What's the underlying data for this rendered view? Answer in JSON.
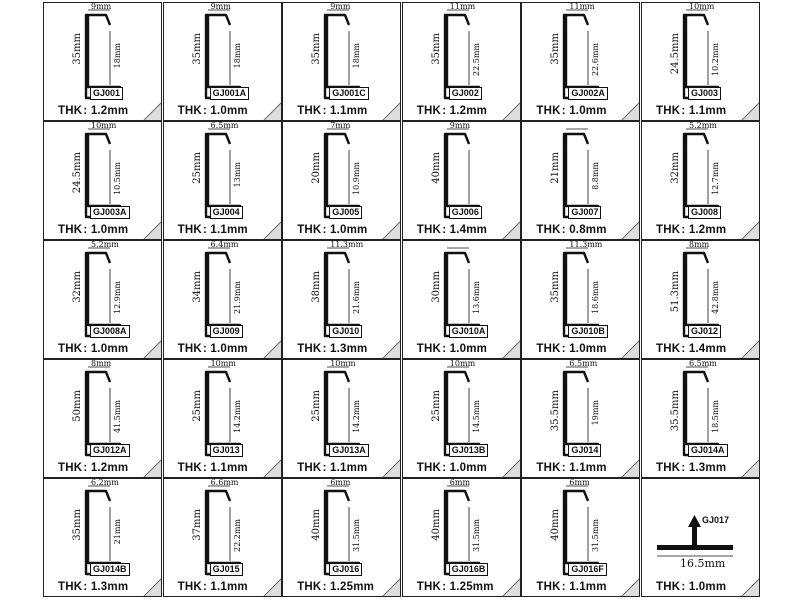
{
  "cells": [
    {
      "code": "GJ001",
      "thk": "THK : 1.2mm",
      "w": "9mm",
      "h": "35mm",
      "h2": "18mm"
    },
    {
      "code": "GJ001A",
      "thk": "THK : 1.0mm",
      "w": "9mm",
      "h": "35mm",
      "h2": "18mm"
    },
    {
      "code": "GJ001C",
      "thk": "THK : 1.1mm",
      "w": "9mm",
      "h": "35mm",
      "h2": "18mm"
    },
    {
      "code": "GJ002",
      "thk": "THK : 1.2mm",
      "w": "11mm",
      "h": "35mm",
      "h2": "22.5mm"
    },
    {
      "code": "GJ002A",
      "thk": "THK : 1.0mm",
      "w": "11mm",
      "h": "35mm",
      "h2": "22.6mm"
    },
    {
      "code": "GJ003",
      "thk": "THK : 1.1mm",
      "w": "10mm",
      "h": "24.5mm",
      "h2": "10.2mm"
    },
    {
      "code": "GJ003A",
      "thk": "THK : 1.0mm",
      "w": "10mm",
      "h": "24.5mm",
      "h2": "10.5mm"
    },
    {
      "code": "GJ004",
      "thk": "THK : 1.1mm",
      "w": "6.5mm",
      "h": "25mm",
      "h2": "13mm"
    },
    {
      "code": "GJ005",
      "thk": "THK : 1.0mm",
      "w": "7mm",
      "h": "20mm",
      "h2": "10.9mm"
    },
    {
      "code": "GJ006",
      "thk": "THK : 1.4mm",
      "w": "9mm",
      "h": "40mm",
      "h2": ""
    },
    {
      "code": "GJ007",
      "thk": "THK : 0.8mm",
      "w": "",
      "h": "21mm",
      "h2": "8.8mm"
    },
    {
      "code": "GJ008",
      "thk": "THK : 1.2mm",
      "w": "5.2mm",
      "h": "32mm",
      "h2": "12.7mm"
    },
    {
      "code": "GJ008A",
      "thk": "THK : 1.0mm",
      "w": "5.2mm",
      "h": "32mm",
      "h2": "12.9mm"
    },
    {
      "code": "GJ009",
      "thk": "THK : 1.0mm",
      "w": "6.4mm",
      "h": "34mm",
      "h2": "21.9mm"
    },
    {
      "code": "GJ010",
      "thk": "THK : 1.3mm",
      "w": "11.3mm",
      "h": "38mm",
      "h2": "21.6mm"
    },
    {
      "code": "GJ010A",
      "thk": "THK : 1.0mm",
      "w": "",
      "h": "30mm",
      "h2": "13.6mm"
    },
    {
      "code": "GJ010B",
      "thk": "THK : 1.0mm",
      "w": "11.3mm",
      "h": "35mm",
      "h2": "18.6mm"
    },
    {
      "code": "GJ012",
      "thk": "THK : 1.4mm",
      "w": "8mm",
      "h": "51.3mm",
      "h2": "42.8mm"
    },
    {
      "code": "GJ012A",
      "thk": "THK : 1.2mm",
      "w": "8mm",
      "h": "50mm",
      "h2": "41.5mm"
    },
    {
      "code": "GJ013",
      "thk": "THK : 1.1mm",
      "w": "10mm",
      "h": "25mm",
      "h2": "14.2mm"
    },
    {
      "code": "GJ013A",
      "thk": "THK : 1.1mm",
      "w": "10mm",
      "h": "25mm",
      "h2": "14.2mm"
    },
    {
      "code": "GJ013B",
      "thk": "THK : 1.0mm",
      "w": "10mm",
      "h": "25mm",
      "h2": "14.5mm"
    },
    {
      "code": "GJ014",
      "thk": "THK : 1.1mm",
      "w": "6.5mm",
      "h": "35.5mm",
      "h2": "19mm"
    },
    {
      "code": "GJ014A",
      "thk": "THK : 1.3mm",
      "w": "6.5mm",
      "h": "35.5mm",
      "h2": "18.5mm"
    },
    {
      "code": "GJ014B",
      "thk": "THK : 1.3mm",
      "w": "6.2mm",
      "h": "35mm",
      "h2": "21mm"
    },
    {
      "code": "GJ015",
      "thk": "THK : 1.1mm",
      "w": "6.6mm",
      "h": "37mm",
      "h2": "22.2mm"
    },
    {
      "code": "GJ016",
      "thk": "THK : 1.25mm",
      "w": "6mm",
      "h": "40mm",
      "h2": "31.5mm"
    },
    {
      "code": "GJ016B",
      "thk": "THK : 1.25mm",
      "w": "6mm",
      "h": "40mm",
      "h2": "31.5mm"
    },
    {
      "code": "GJ016F",
      "thk": "THK : 1.1mm",
      "w": "6mm",
      "h": "40mm",
      "h2": "31.5mm"
    },
    {
      "code": "GJ017",
      "thk": "THK : 1.0mm",
      "w": "16.5mm",
      "h": "",
      "h2": ""
    }
  ]
}
